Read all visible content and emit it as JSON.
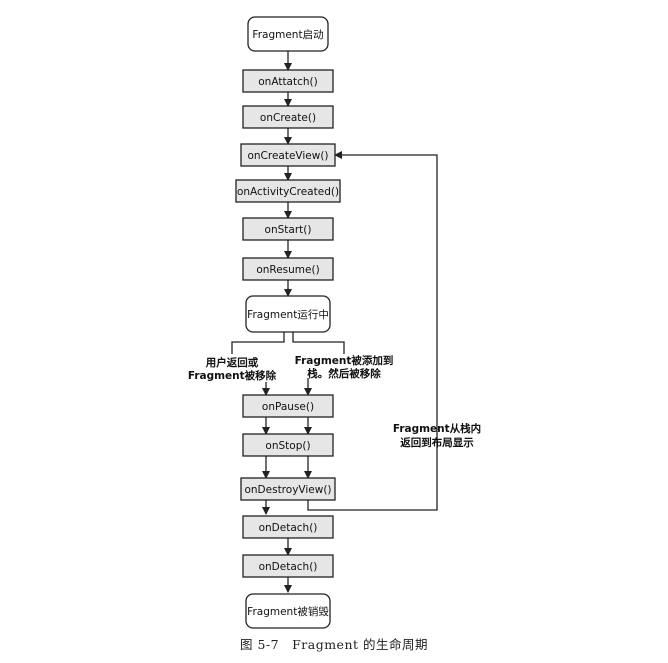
{
  "nodes": {
    "start": "Fragment启动",
    "on_attach": "onAttatch()",
    "on_create": "onCreate()",
    "on_create_view": "onCreateView()",
    "on_activity_created": "onActivityCreated()",
    "on_start": "onStart()",
    "on_resume": "onResume()",
    "running": "Fragment运行中",
    "on_pause": "onPause()",
    "on_stop": "onStop()",
    "on_destroy_view": "onDestroyView()",
    "on_detach_1": "onDetach()",
    "on_detach_2": "onDetach()",
    "destroyed": "Fragment被销毁"
  },
  "labels": {
    "left_branch_1": "用户返回或",
    "left_branch_2": "Fragment被移除",
    "right_branch_1": "Fragment被添加到",
    "right_branch_2": "栈。然后被移除",
    "loop_back_1": "Fragment从栈内",
    "loop_back_2": "返回到布局显示"
  },
  "caption": "图 5-7　Fragment 的生命周期",
  "colors": {
    "box_fill": "#e6e6e6",
    "terminal_fill": "#ffffff",
    "stroke": "#222222"
  }
}
